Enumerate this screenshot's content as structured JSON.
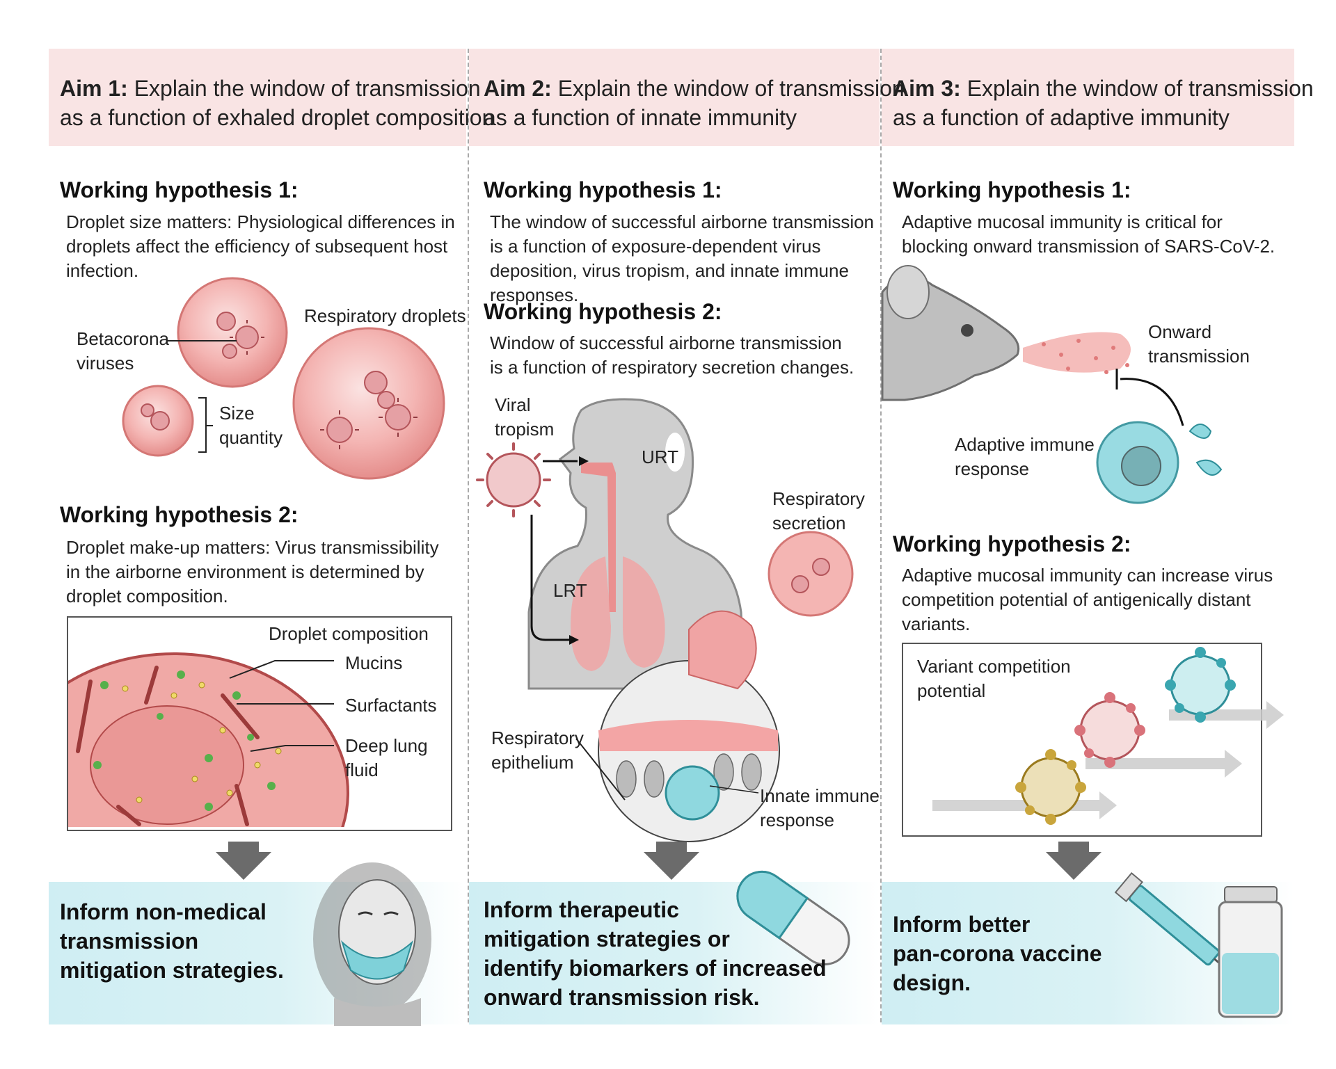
{
  "aims": [
    {
      "label": "Aim 1:",
      "text_line1": " Explain the window of transmission",
      "text_line2": "as a function of exhaled droplet composition"
    },
    {
      "label": "Aim 2:",
      "text_line1": " Explain the window of transmission",
      "text_line2": "as a function of innate immunity"
    },
    {
      "label": "Aim 3:",
      "text_line1": " Explain the window of transmission",
      "text_line2": "as a function of adaptive immunity"
    }
  ],
  "col1": {
    "wh1_title": "Working hypothesis 1:",
    "wh1_text": "Droplet size matters: Physiological differences in droplets affect the efficiency of subsequent host infection.",
    "labels": {
      "betacorona": "Betacorona",
      "viruses": "viruses",
      "respiratory_droplets": "Respiratory droplets",
      "size": "Size",
      "quantity": "quantity"
    },
    "wh2_title": "Working hypothesis 2:",
    "wh2_text": "Droplet make-up matters: Virus transmissibility in the airborne environment is determined by droplet composition.",
    "composition_box": {
      "title": "Droplet composition",
      "mucins": "Mucins",
      "surfactants": "Surfactants",
      "deep_lung_1": "Deep lung",
      "deep_lung_2": "fluid"
    },
    "outcome_lines": [
      "Inform non-medical",
      "transmission",
      "mitigation strategies."
    ]
  },
  "col2": {
    "wh1_title": "Working hypothesis 1:",
    "wh1_text": "The window of successful airborne transmission is a function of exposure-dependent virus deposition, virus tropism, and innate immune responses.",
    "wh2_title": "Working hypothesis 2:",
    "wh2_text": "Window of successful airborne transmission is a function of respiratory secretion changes.",
    "labels": {
      "viral": "Viral",
      "tropism": "tropism",
      "urt": "URT",
      "lrt": "LRT",
      "resp_secretion_1": "Respiratory",
      "resp_secretion_2": "secretion",
      "resp_epith_1": "Respiratory",
      "resp_epith_2": "epithelium",
      "innate_1": "Innate immune",
      "innate_2": "response"
    },
    "outcome_lines": [
      "Inform therapeutic",
      "mitigation strategies or",
      "identify biomarkers of increased",
      "onward transmission risk."
    ]
  },
  "col3": {
    "wh1_title": "Working hypothesis 1:",
    "wh1_text": "Adaptive mucosal immunity is critical for blocking onward transmission of SARS-CoV-2.",
    "labels": {
      "onward_1": "Onward",
      "onward_2": "transmission",
      "adaptive_1": "Adaptive immune",
      "adaptive_2": "response"
    },
    "wh2_title": "Working hypothesis 2:",
    "wh2_text": "Adaptive mucosal immunity can increase virus competition potential of antigenically distant variants.",
    "variant_box": {
      "line1": "Variant competition",
      "line2": "potential"
    },
    "outcome_lines": [
      "Inform better",
      "pan-corona vaccine",
      "design."
    ]
  },
  "colors": {
    "header_bg": "#f9e4e4",
    "outcome_bg": "#cfeef3",
    "droplet_pink": "#f2a7a4",
    "virus_red": "#d9727a",
    "immune_teal": "#7fd1d9",
    "variant_gold": "#c9a53c",
    "arrow_gray": "#6b6b6b"
  },
  "icons": [
    "droplet-virus-illustration",
    "human-respiratory-tract-illustration",
    "mouse-illustration",
    "masked-woman-illustration",
    "capsule-pill-illustration",
    "syringe-vial-illustration",
    "down-arrow-icon"
  ]
}
